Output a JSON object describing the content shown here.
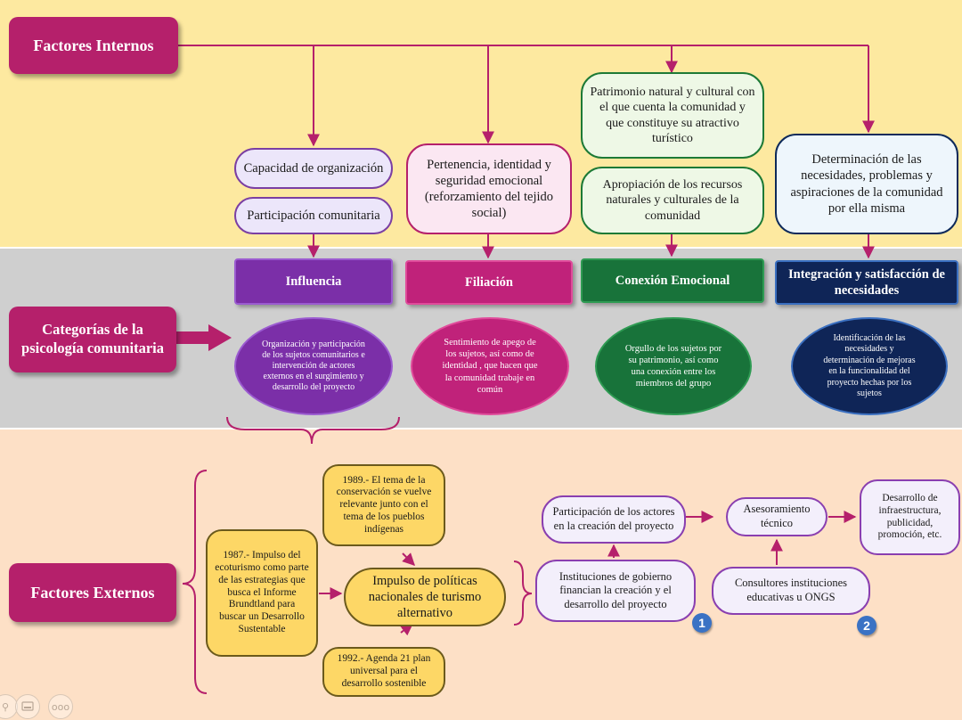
{
  "colors": {
    "accent": "#b5206b",
    "top_band": "#fde9a0",
    "middle_band": "#cfcfcf",
    "bottom_band": "#fde0c6",
    "influencia": "#7b2fa8",
    "filiacion": "#c0227a",
    "conexion": "#18733a",
    "integracion": "#0f2557"
  },
  "internal": {
    "title": "Factores Internos",
    "capacidad": "Capacidad de organización",
    "participacion": "Participación comunitaria",
    "pertenencia": "Pertenencia, identidad y seguridad emocional (reforzamiento del tejido social)",
    "patrimonio": "Patrimonio natural  y cultural con el que cuenta la comunidad y que constituye su atractivo turístico",
    "apropiacion": "Apropiación de los recursos naturales y culturales de la comunidad",
    "determinacion": "Determinación de las necesidades, problemas y aspiraciones de la comunidad por ella misma"
  },
  "categories": {
    "title": "Categorías de la psicología comunitaria",
    "influencia": {
      "label": "Influencia",
      "desc": "Organización y participación de los sujetos comunitarios e intervención de actores externos en el surgimiento y desarrollo del proyecto"
    },
    "filiacion": {
      "label": "Filiación",
      "desc": "Sentimiento de apego de los sujetos, así como de identidad , que hacen que la comunidad trabaje en común"
    },
    "conexion": {
      "label": "Conexión Emocional",
      "desc": "Orgullo de los sujetos por su patrimonio, así como una conexión entre los miembros del grupo"
    },
    "integracion": {
      "label": "Integración y satisfacción de necesidades",
      "desc": "Identificación de las necesidades y determinación de mejoras en la funcionalidad del proyecto hechas por los sujetos"
    }
  },
  "external": {
    "title": "Factores Externos",
    "y1987": "1987.- Impulso del ecoturismo como parte de las estrategias que busca el Informe Brundtland para buscar un Desarrollo Sustentable",
    "y1989": "1989.- El tema de la conservación se vuelve relevante junto con el tema de los pueblos indígenas",
    "impulso": "Impulso de políticas nacionales de turismo alternativo",
    "y1992": "1992.- Agenda 21 plan universal para el desarrollo sostenible",
    "instituciones": "Instituciones de gobierno financian la creación y el desarrollo del proyecto",
    "participacion_actores": "Participación de los actores en la creación del proyecto",
    "asesoramiento": "Asesoramiento técnico",
    "consultores": "Consultores instituciones educativas u ONGS",
    "desarrollo": "Desarrollo de infraestructura, publicidad, promoción, etc.",
    "badge1": "1",
    "badge2": "2"
  },
  "controls": {
    "zoom_icon": "zoom-icon",
    "screen_icon": "screen-icon",
    "more_label": "ooo"
  }
}
